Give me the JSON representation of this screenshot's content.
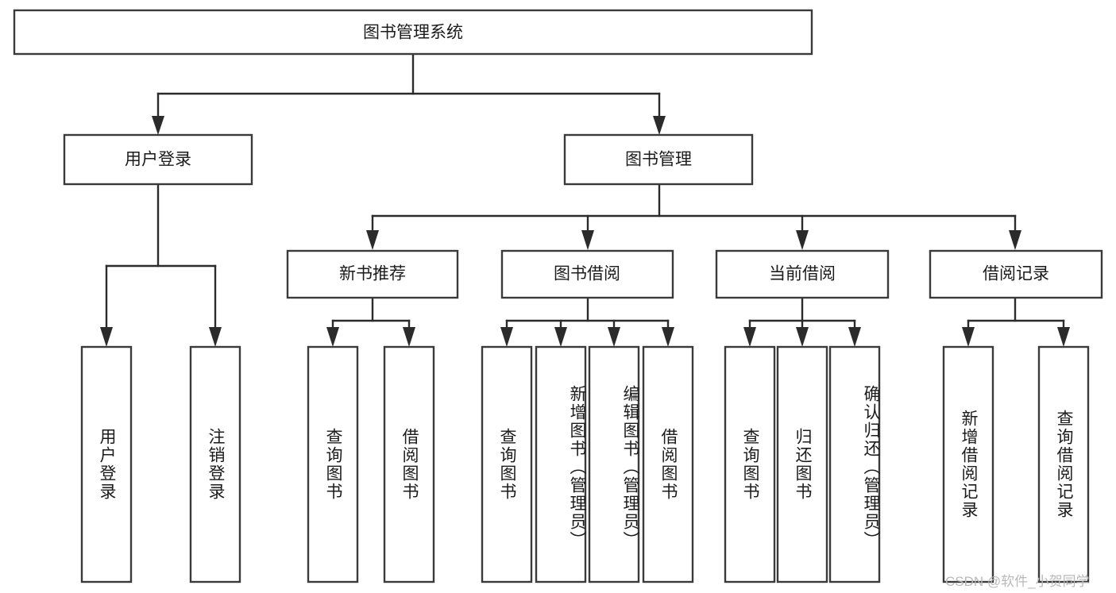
{
  "diagram": {
    "type": "tree-hierarchy",
    "title": "图书管理系统",
    "watermark": "CSDN @软件_小贺同学",
    "colors": {
      "box_stroke": "#3a3a3a",
      "connector": "#2b2b2b",
      "box_fill": "#ffffff",
      "text": "#1b1b1b",
      "watermark": "#b9b9b9",
      "background": "#ffffff"
    },
    "nodes": {
      "root": {
        "label": "图书管理系统"
      },
      "level2": [
        {
          "id": "user-login",
          "label": "用户登录"
        },
        {
          "id": "book-management",
          "label": "图书管理"
        }
      ],
      "level3": [
        {
          "id": "new-book-recommend",
          "label": "新书推荐"
        },
        {
          "id": "book-borrow",
          "label": "图书借阅"
        },
        {
          "id": "current-borrow",
          "label": "当前借阅"
        },
        {
          "id": "borrow-record",
          "label": "借阅记录"
        }
      ],
      "leaves": {
        "user-login": [
          {
            "id": "leaf-user-login",
            "label": "用户登录"
          },
          {
            "id": "leaf-logout-login",
            "label": "注销登录"
          }
        ],
        "new-book-recommend": [
          {
            "id": "leaf-query-book-1",
            "label": "查询图书"
          },
          {
            "id": "leaf-borrow-book-1",
            "label": "借阅图书"
          }
        ],
        "book-borrow": [
          {
            "id": "leaf-query-book-2",
            "label": "查询图书"
          },
          {
            "id": "leaf-add-book",
            "label": "新增图书（管理员）"
          },
          {
            "id": "leaf-edit-book",
            "label": "编辑图书（管理员）"
          },
          {
            "id": "leaf-borrow-book-2",
            "label": "借阅图书"
          }
        ],
        "current-borrow": [
          {
            "id": "leaf-query-book-3",
            "label": "查询图书"
          },
          {
            "id": "leaf-return-book",
            "label": "归还图书"
          },
          {
            "id": "leaf-confirm-return",
            "label": "确认归还（管理员）"
          }
        ],
        "borrow-record": [
          {
            "id": "leaf-add-record",
            "label": "新增借阅记录"
          },
          {
            "id": "leaf-query-record",
            "label": "查询借阅记录"
          }
        ]
      }
    }
  }
}
